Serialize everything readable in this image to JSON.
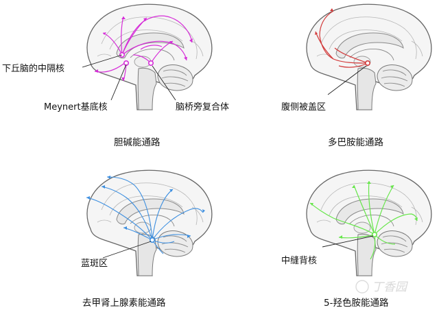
{
  "panels": [
    {
      "id": "cholinergic",
      "caption": "胆碱能通路",
      "color": "#d62dd8",
      "labels": [
        "下丘脑的中隔核",
        "Meynert基底核",
        "脑桥旁复合体"
      ]
    },
    {
      "id": "dopaminergic",
      "caption": "多巴胺能通路",
      "color": "#d23a3a",
      "labels": [
        "腹侧被盖区"
      ]
    },
    {
      "id": "noradrenergic",
      "caption": "去甲肾上腺素能通路",
      "color": "#3d8fe0",
      "labels": [
        "蓝斑区"
      ]
    },
    {
      "id": "serotonergic",
      "caption": "5-羟色胺能通路",
      "color": "#66e64a",
      "labels": [
        "中缝背核"
      ]
    }
  ],
  "watermark": "丁香园"
}
